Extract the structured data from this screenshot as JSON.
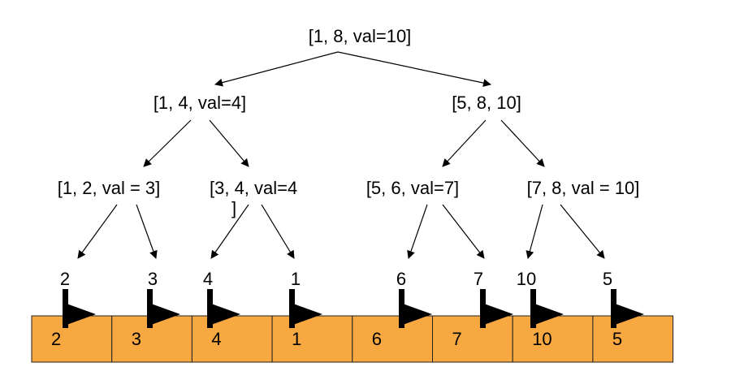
{
  "tree": {
    "root": {
      "label": "[1, 8, val=10]"
    },
    "level1": [
      {
        "label": "[1, 4, val=4]"
      },
      {
        "label": "[5, 8, 10]"
      }
    ],
    "level2": [
      {
        "label": "[1, 2, val = 3]"
      },
      {
        "label": "[3, 4, val=4",
        "label_tail": "]"
      },
      {
        "label": "[5, 6, val=7]"
      },
      {
        "label": "[7, 8, val = 10]"
      }
    ]
  },
  "leaves": [
    {
      "top": "2",
      "cell": "2"
    },
    {
      "top": "3",
      "cell": "3"
    },
    {
      "top": "4",
      "cell": "4"
    },
    {
      "top": "1",
      "cell": "1"
    },
    {
      "top": "6",
      "cell": "6"
    },
    {
      "top": "7",
      "cell": "7"
    },
    {
      "top": "10",
      "cell": "10"
    },
    {
      "top": "5",
      "cell": "5"
    }
  ],
  "colors": {
    "cell_fill": "#f8a840",
    "cell_border": "#222222",
    "line": "#000000",
    "flag": "#000000"
  }
}
